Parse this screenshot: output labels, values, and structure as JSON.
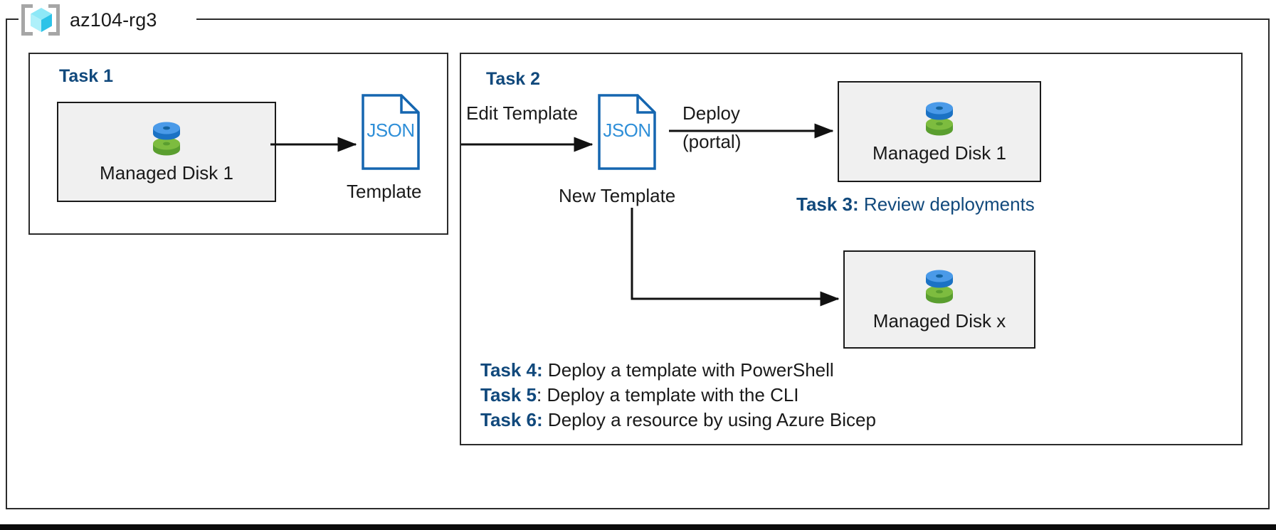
{
  "diagram": {
    "resource_group": {
      "name": "az104-rg3",
      "icon": "resource-group-cube-icon"
    },
    "colors": {
      "accent_blue": "#11497c",
      "json_blue": "#1566b0",
      "json_text_blue": "#2f8fd8",
      "box_fill": "#f0f0f0",
      "border_black": "#1a1a1a",
      "disk_top": "#3e92e0",
      "disk_bottom": "#6cb33f",
      "cube_light": "#7fe3f5",
      "cube_dark": "#31c6e8",
      "bracket_gray": "#a6a6a6"
    },
    "task1": {
      "heading": "Task 1",
      "resource": {
        "label": "Managed Disk 1",
        "icon": "managed-disk-icon"
      },
      "template": {
        "doc_text": "JSON",
        "caption": "Template",
        "icon": "json-document-icon"
      }
    },
    "task2": {
      "heading": "Task 2",
      "edge_edit_label": "Edit Template",
      "new_template": {
        "doc_text": "JSON",
        "caption": "New Template",
        "icon": "json-document-icon"
      },
      "edge_deploy_line1": "Deploy",
      "edge_deploy_line2": "(portal)",
      "resource_top": {
        "label": "Managed Disk 1",
        "icon": "managed-disk-icon"
      },
      "resource_bottom": {
        "label": "Managed Disk x",
        "icon": "managed-disk-icon"
      }
    },
    "notes": [
      {
        "tag": "Task 3:",
        "text": " Review deployments",
        "style": "blue"
      },
      {
        "tag": "Task 4:",
        "text": " Deploy a template with PowerShell",
        "style": "black"
      },
      {
        "tag": "Task 5",
        "text": ": Deploy a template with the CLI",
        "style": "black"
      },
      {
        "tag": "Task 6:",
        "text": " Deploy a resource by using Azure Bicep",
        "style": "black"
      }
    ]
  }
}
